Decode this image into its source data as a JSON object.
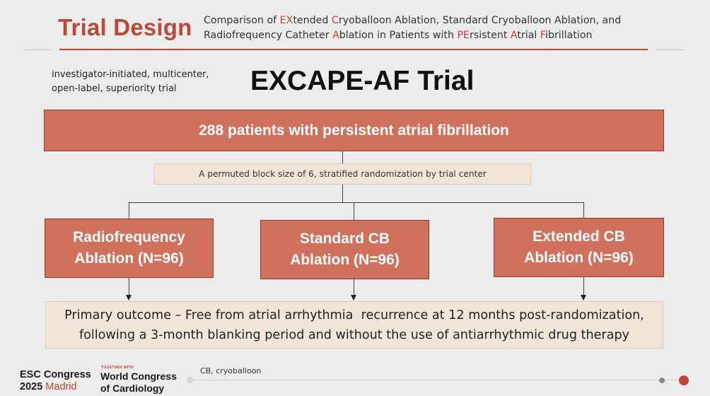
{
  "header": {
    "title": "Trial Design",
    "subtitle_line1": [
      {
        "t": "Comparison of ",
        "hl": false
      },
      {
        "t": "EX",
        "hl": true
      },
      {
        "t": "tended ",
        "hl": false
      },
      {
        "t": "C",
        "hl": true
      },
      {
        "t": "ryoballoon Ablation, Standard Cryoballoon Ablation, and",
        "hl": false
      }
    ],
    "subtitle_line2": [
      {
        "t": "Radiofrequency Catheter ",
        "hl": false
      },
      {
        "t": "A",
        "hl": true
      },
      {
        "t": "blation in Patients with ",
        "hl": false
      },
      {
        "t": "PE",
        "hl": true
      },
      {
        "t": "rsistent ",
        "hl": false
      },
      {
        "t": "A",
        "hl": true
      },
      {
        "t": "trial ",
        "hl": false
      },
      {
        "t": "F",
        "hl": true
      },
      {
        "t": "ibrillation",
        "hl": false
      }
    ]
  },
  "design": {
    "line1": "investigator-initiated, multicenter,",
    "line2": "open-label, superiority trial"
  },
  "trial_name": "EXCAPE-AF Trial",
  "population": "288 patients with persistent atrial fibrillation",
  "randomization": "A permuted block size of 6, stratified randomization by trial center",
  "arms": {
    "rf": {
      "line1": "Radiofrequency",
      "line2": "Ablation (N=96)"
    },
    "standard": {
      "line1": "Standard CB",
      "line2": "Ablation (N=96)"
    },
    "extended": {
      "line1": "Extended CB",
      "line2": "Ablation (N=96)"
    }
  },
  "outcome": {
    "line1": "Primary outcome – Free from atrial arrhythmia  recurrence at 12 months post-randomization,",
    "line2": "following a 3-month blanking period and without the use of antiarrhythmic drug therapy"
  },
  "footer": {
    "esc_line1": "ESC Congress",
    "esc_year": "2025",
    "esc_city": "Madrid",
    "together_with": "TOGETHER WITH",
    "wcc_line1": "World Congress",
    "wcc_line2": "of Cardiology",
    "footnote": "CB, cryoballoon"
  },
  "colors": {
    "accent": "#b94a3a",
    "box_fill": "#d0715e",
    "box_border": "#8f3b2c",
    "light_box": "#f2e6d9",
    "background": "#ececec"
  }
}
